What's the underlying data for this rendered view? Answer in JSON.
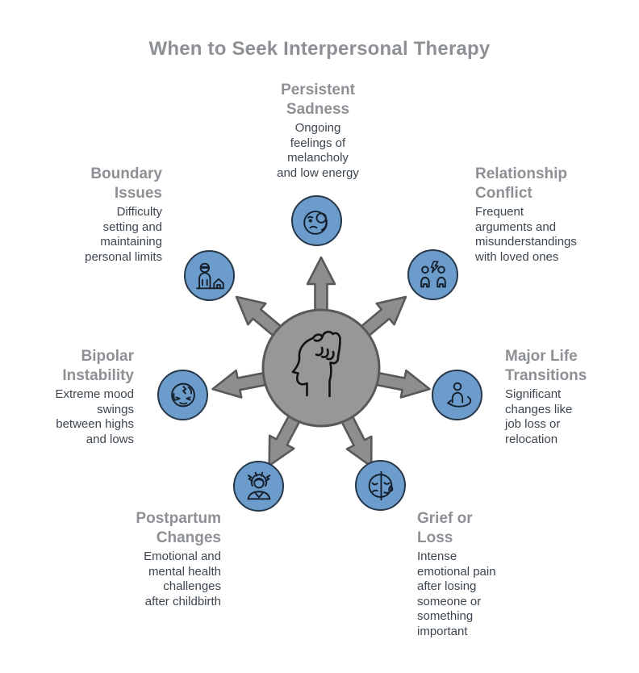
{
  "title": "When to Seek Interpersonal Therapy",
  "colors": {
    "heading_gray": "#8d9095",
    "body_text": "#3d4650",
    "node_fill": "#6b9ccb",
    "node_border": "#27384a",
    "icon_stroke": "#16202c",
    "hub_fill": "#979797",
    "hub_border": "#58595b",
    "background": "#ffffff"
  },
  "center": {
    "icon": "head-scratching-thought-icon"
  },
  "nodes": {
    "persistent_sadness": {
      "position": "top",
      "heading_lines": [
        "Persistent",
        "Sadness"
      ],
      "description_lines": [
        "Ongoing",
        "feelings of",
        "melancholy",
        "and low energy"
      ],
      "icon": "sad-face-icon"
    },
    "relationship_conflict": {
      "position": "top-right",
      "heading_lines": [
        "Relationship",
        "Conflict"
      ],
      "description_lines": [
        "Frequent",
        "arguments and",
        "misunderstandings",
        "with loved ones"
      ],
      "icon": "two-people-conflict-icon"
    },
    "major_life_transitions": {
      "position": "right",
      "heading_lines": [
        "Major Life",
        "Transitions"
      ],
      "description_lines": [
        "Significant",
        "changes like",
        "job loss or",
        "relocation"
      ],
      "icon": "person-transition-cycle-icon"
    },
    "grief_or_loss": {
      "position": "bottom-right",
      "heading_lines": [
        "Grief or",
        "Loss"
      ],
      "description_lines": [
        "Intense",
        "emotional pain",
        "after losing",
        "someone or",
        "something",
        "important"
      ],
      "icon": "two-faced-grief-icon"
    },
    "postpartum_changes": {
      "position": "bottom-left",
      "heading_lines": [
        "Postpartum",
        "Changes"
      ],
      "description_lines": [
        "Emotional and",
        "mental health",
        "challenges",
        "after childbirth"
      ],
      "icon": "stressed-mother-icon"
    },
    "bipolar_instability": {
      "position": "left",
      "heading_lines": [
        "Bipolar",
        "Instability"
      ],
      "description_lines": [
        "Extreme mood",
        "swings",
        "between highs",
        "and lows"
      ],
      "icon": "mood-lightning-face-icon"
    },
    "boundary_issues": {
      "position": "top-left",
      "heading_lines": [
        "Boundary",
        "Issues"
      ],
      "description_lines": [
        "Difficulty",
        "setting and",
        "maintaining",
        "personal limits"
      ],
      "icon": "person-and-house-icon"
    }
  }
}
